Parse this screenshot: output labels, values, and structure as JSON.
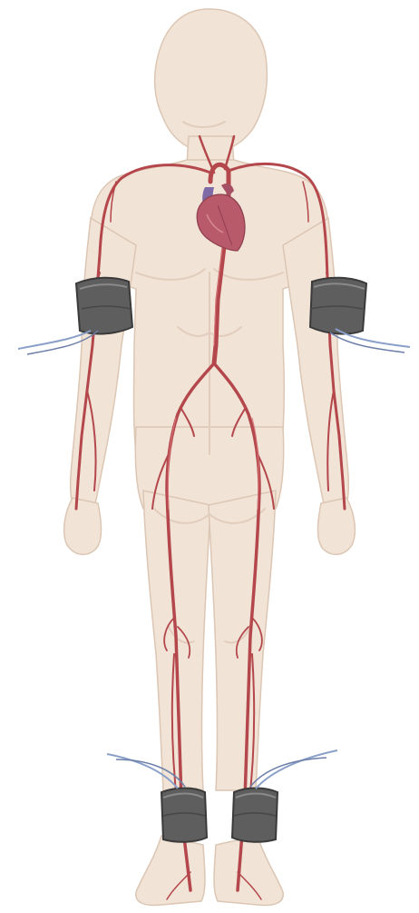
{
  "illustration": {
    "subject": "human-figure-with-arterial-system-and-blood-pressure-cuffs",
    "colors": {
      "background": "#ffffff",
      "skin": "#f1e3d6",
      "skin_shadow": "#e2cdbd",
      "artery": "#b4474b",
      "artery_highlight": "#d9777a",
      "heart": "#b85a6a",
      "heart_vessel": "#7e6aa6",
      "cuff": "#5e5e5e",
      "cuff_edge": "#3a3a3a",
      "cuff_highlight": "#8a8a8a",
      "tube": "#8aa0c8"
    },
    "cuffs": [
      "left-arm",
      "right-arm",
      "left-ankle",
      "right-ankle"
    ]
  }
}
